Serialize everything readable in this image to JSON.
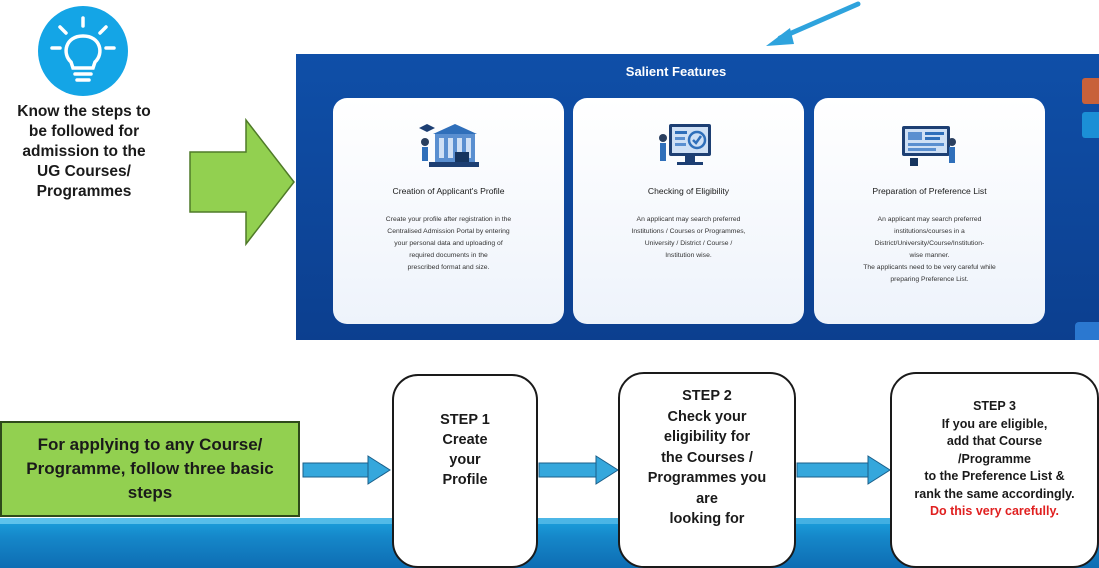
{
  "intro": {
    "icon": "lightbulb-icon",
    "text_lines": [
      "Know the steps to",
      "be followed for",
      "admission to the",
      "UG Courses/",
      "Programmes"
    ]
  },
  "features": {
    "title": "Salient Features",
    "cards": [
      {
        "icon": "building-profile-illustration",
        "title": "Creation of Applicant's Profile",
        "description_lines": [
          "Create your profile after registration in the",
          "Centralised Admission Portal by entering",
          "your personal data and uploading of",
          "required documents in the",
          "prescribed format and size."
        ]
      },
      {
        "icon": "eligibility-check-illustration",
        "title": "Checking of Eligibility",
        "description_lines": [
          "An applicant may search preferred",
          "Institutions / Courses or Programmes,",
          "University / District / Course /",
          "Institution wise."
        ]
      },
      {
        "icon": "preference-list-illustration",
        "title": "Preparation of Preference List",
        "description_lines": [
          "An applicant may search preferred",
          "institutions/courses in a",
          "District/University/Course/Institution-",
          "wise manner.",
          "The applicants need to be very careful while",
          "preparing Preference List."
        ]
      }
    ]
  },
  "steps_intro": {
    "lines": [
      "For applying to any Course/",
      "Programme, follow three basic",
      "steps"
    ]
  },
  "steps": [
    {
      "lines": [
        "STEP 1",
        "Create",
        "your",
        "Profile"
      ]
    },
    {
      "lines": [
        "STEP 2",
        "Check your",
        "eligibility for",
        "the Courses /",
        "Programmes you",
        "are",
        "looking for"
      ]
    },
    {
      "lines": [
        "STEP 3",
        "If you are eligible,",
        "add that Course",
        "/Programme",
        "to the Preference List &",
        "rank the same accordingly."
      ],
      "warning": "Do this very carefully."
    }
  ],
  "colors": {
    "bulb": "#14a5e6",
    "green_arrow": "#92d050",
    "panel": "#0f4fa8",
    "step_arrow": "#35a7dc",
    "warning": "#e02020"
  }
}
